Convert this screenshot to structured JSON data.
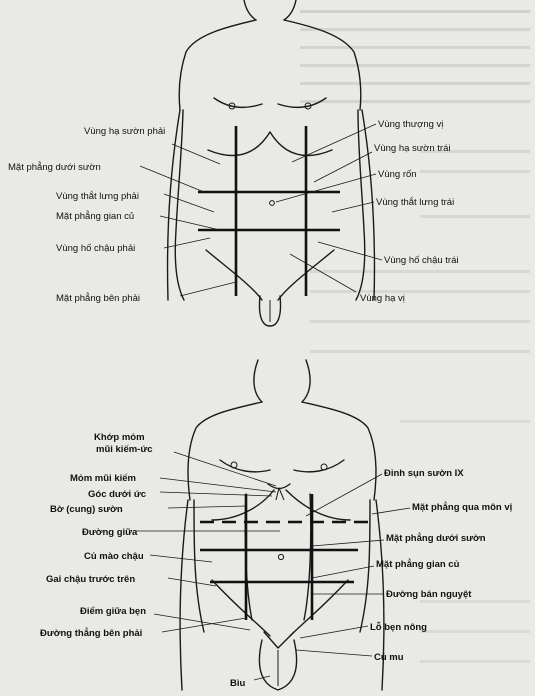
{
  "top_figure": {
    "labels": {
      "vung_thuong_vi": "Vùng thượng vị",
      "vung_ha_suon_phai": "Vùng hạ sườn phải",
      "vung_ha_suon_trai": "Vùng hạ sườn trái",
      "mat_phang_duoi_suon": "Mặt phẳng dưới sườn",
      "vung_ron": "Vùng rốn",
      "vung_that_lung_phai": "Vùng thắt lưng phải",
      "vung_that_lung_trai": "Vùng thắt lưng trái",
      "mat_phang_gian_cu": "Mặt phẳng gian củ",
      "vung_ho_chau_phai": "Vùng hố chậu phải",
      "vung_ho_chau_trai": "Vùng hố chậu trái",
      "mat_phang_ben_phai": "Mặt phẳng bên phải",
      "vung_ha_vi": "Vùng hạ vị"
    }
  },
  "bottom_figure": {
    "labels": {
      "khop_mom_mui_kiem_uc": "Khớp mỏm mũi kiếm-ức",
      "mom_mui_kiem": "Mỏm mũi kiếm",
      "goc_duoi_uc": "Góc dưới ức",
      "bo_cung_suon": "Bờ (cung) sườn",
      "duong_giua": "Đường giữa",
      "cu_mao_chau": "Củ mào chậu",
      "gai_chau_truoc_tren": "Gai chậu trước trên",
      "diem_giua_ben": "Điểm giữa bẹn",
      "duong_thang_ben_phai": "Đường thẳng bên phải",
      "biu": "Bìu",
      "dinh_sun_suon_ix": "Đỉnh sụn sườn IX",
      "mat_phang_qua_mon_vi": "Mặt phẳng qua  môn vị",
      "mat_phang_duoi_suon": "Mặt phẳng dưới sườn",
      "mat_phang_gian_cu": "Mặt phẳng gian củ",
      "duong_ban_nguyet": "Đường bán nguyệt",
      "lo_ben_nong": "Lỗ bẹn nông",
      "cu_mu": "Củ mu"
    }
  }
}
